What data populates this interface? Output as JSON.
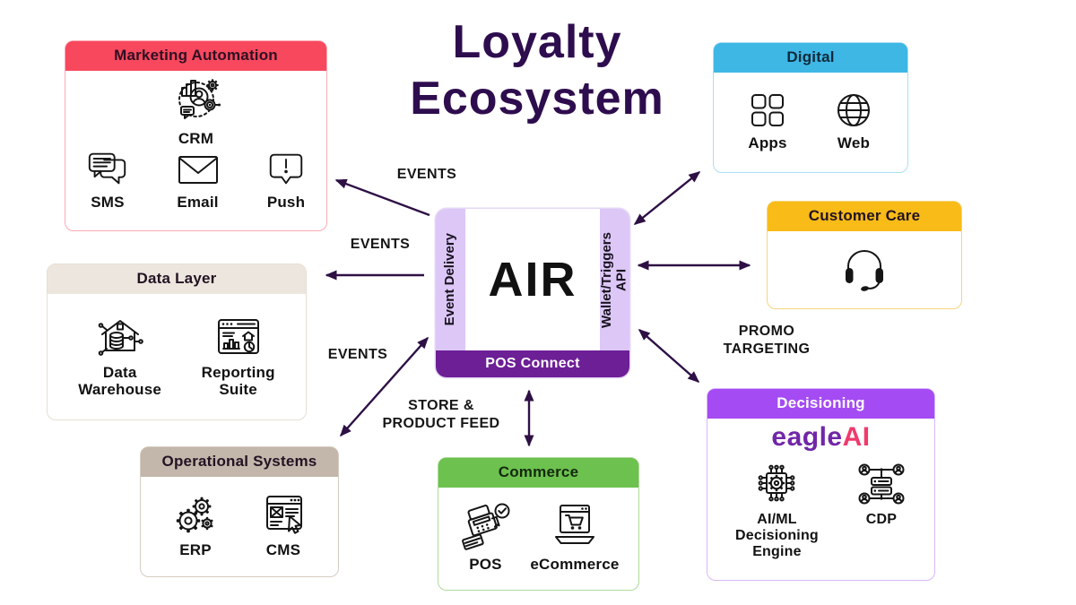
{
  "title": {
    "line1": "Loyalty",
    "line2": "Ecosystem"
  },
  "colors": {
    "title_text": "#2E0D4E",
    "arrow": "#2E1045",
    "marketing_automation_header": "#F8485E",
    "data_layer_header": "#EDE6DE",
    "operational_systems_header": "#C3B7AB",
    "digital_header": "#3EB7E5",
    "customer_care_header": "#F8BB17",
    "decisioning_header": "#A44BF3",
    "commerce_header": "#6DC14F",
    "air_side_panel": "#DCC7F7",
    "air_bottom_bar": "#6D1F96",
    "eagle_purple": "#7127A8",
    "eagle_pink": "#EF3A6D"
  },
  "air": {
    "center_label": "AIR",
    "left_panel": "Event Delivery",
    "right_panel": "Wallet/Triggers\nAPI",
    "bottom_bar": "POS Connect"
  },
  "boxes": {
    "marketing_automation": {
      "title": "Marketing Automation",
      "items": [
        {
          "icon": "crm-icon",
          "label": "CRM"
        },
        {
          "icon": "sms-icon",
          "label": "SMS"
        },
        {
          "icon": "email-icon",
          "label": "Email"
        },
        {
          "icon": "push-icon",
          "label": "Push"
        }
      ]
    },
    "data_layer": {
      "title": "Data Layer",
      "items": [
        {
          "icon": "data-warehouse-icon",
          "label": "Data\nWarehouse"
        },
        {
          "icon": "reporting-suite-icon",
          "label": "Reporting\nSuite"
        }
      ]
    },
    "operational_systems": {
      "title": "Operational Systems",
      "items": [
        {
          "icon": "erp-gears-icon",
          "label": "ERP"
        },
        {
          "icon": "cms-browser-icon",
          "label": "CMS"
        }
      ]
    },
    "digital": {
      "title": "Digital",
      "items": [
        {
          "icon": "apps-grid-icon",
          "label": "Apps"
        },
        {
          "icon": "web-globe-icon",
          "label": "Web"
        }
      ]
    },
    "customer_care": {
      "title": "Customer Care",
      "items": [
        {
          "icon": "headset-icon",
          "label": ""
        }
      ]
    },
    "decisioning": {
      "title": "Decisioning",
      "logo_part1": "eagle",
      "logo_part2": "AI",
      "items": [
        {
          "icon": "aiml-chip-icon",
          "label": "AI/ML\nDecisioning\nEngine"
        },
        {
          "icon": "cdp-icon",
          "label": "CDP"
        }
      ]
    },
    "commerce": {
      "title": "Commerce",
      "items": [
        {
          "icon": "pos-terminal-icon",
          "label": "POS"
        },
        {
          "icon": "ecommerce-laptop-icon",
          "label": "eCommerce"
        }
      ]
    }
  },
  "connector_labels": {
    "events_marketing": "EVENTS",
    "events_data": "EVENTS",
    "events_operational": "EVENTS",
    "store_product_feed": "STORE &\nPRODUCT FEED",
    "promo_targeting": "PROMO\nTARGETING"
  }
}
